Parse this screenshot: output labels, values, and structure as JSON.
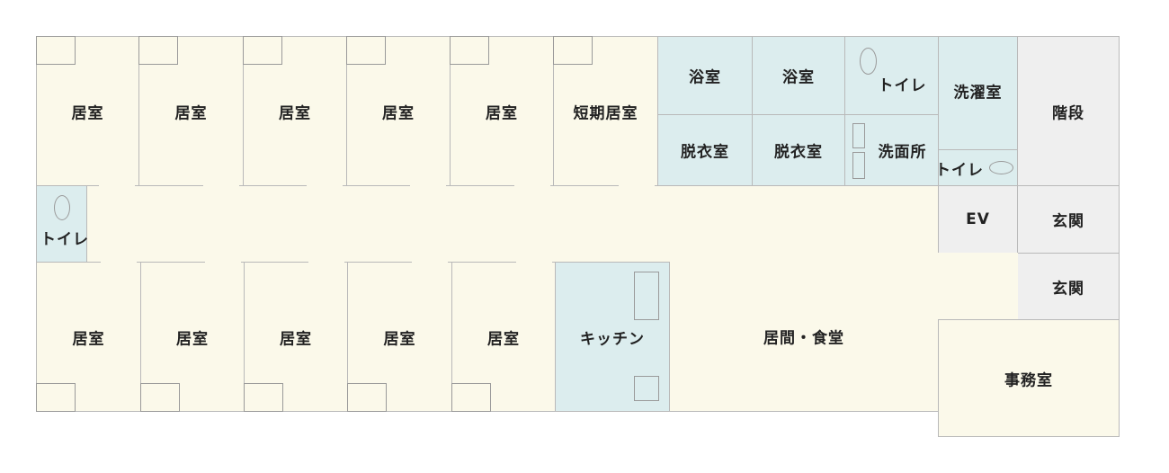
{
  "rooms": {
    "top_room_1": "居室",
    "top_room_2": "居室",
    "top_room_3": "居室",
    "top_room_4": "居室",
    "top_room_5": "居室",
    "short_stay_room": "短期居室",
    "bath_1": "浴室",
    "bath_2": "浴室",
    "toilet_top": "トイレ",
    "laundry_room": "洗濯室",
    "stairs": "階段",
    "dressing_room_1": "脱衣室",
    "dressing_room_2": "脱衣室",
    "washroom": "洗面所",
    "toilet_small": "トイレ",
    "toilet_left": "トイレ",
    "elevator": "EV",
    "entrance_1": "玄関",
    "entrance_2": "玄関",
    "bottom_room_1": "居室",
    "bottom_room_2": "居室",
    "bottom_room_3": "居室",
    "bottom_room_4": "居室",
    "bottom_room_5": "居室",
    "kitchen": "キッチン",
    "living_dining": "居間・食堂",
    "office": "事務室"
  },
  "colors": {
    "living_area": "#fbf9ea",
    "wet_area": "#dcedee",
    "service_area": "#efefef",
    "wall": "#b9b9b9"
  }
}
